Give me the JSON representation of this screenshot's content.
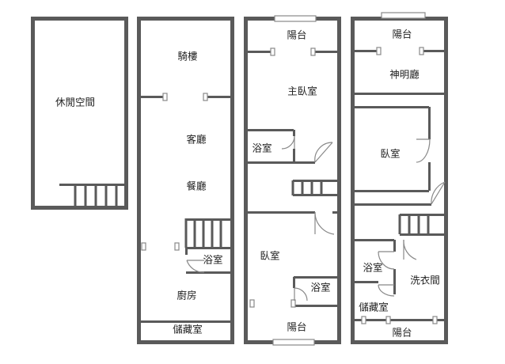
{
  "colors": {
    "wall": "#5a5a5a",
    "line": "#888888",
    "background": "#ffffff"
  },
  "plan_1": {
    "leisure_space": "休閒空間"
  },
  "plan_2": {
    "arcade": "騎樓",
    "living_room": "客廳",
    "dining_room": "餐廳",
    "bathroom": "浴室",
    "kitchen": "廚房",
    "storage_room": "儲藏室"
  },
  "plan_3": {
    "balcony_top": "陽台",
    "master_bedroom": "主臥室",
    "bathroom": "浴室",
    "bedroom": "臥室",
    "bathroom_2": "浴室",
    "balcony_bottom": "陽台"
  },
  "plan_4": {
    "balcony_top": "陽台",
    "shrine_room": "神明廳",
    "bedroom": "臥室",
    "bathroom": "浴室",
    "laundry_room": "洗衣間",
    "storage_room": "儲藏室",
    "balcony_bottom": "陽台"
  }
}
